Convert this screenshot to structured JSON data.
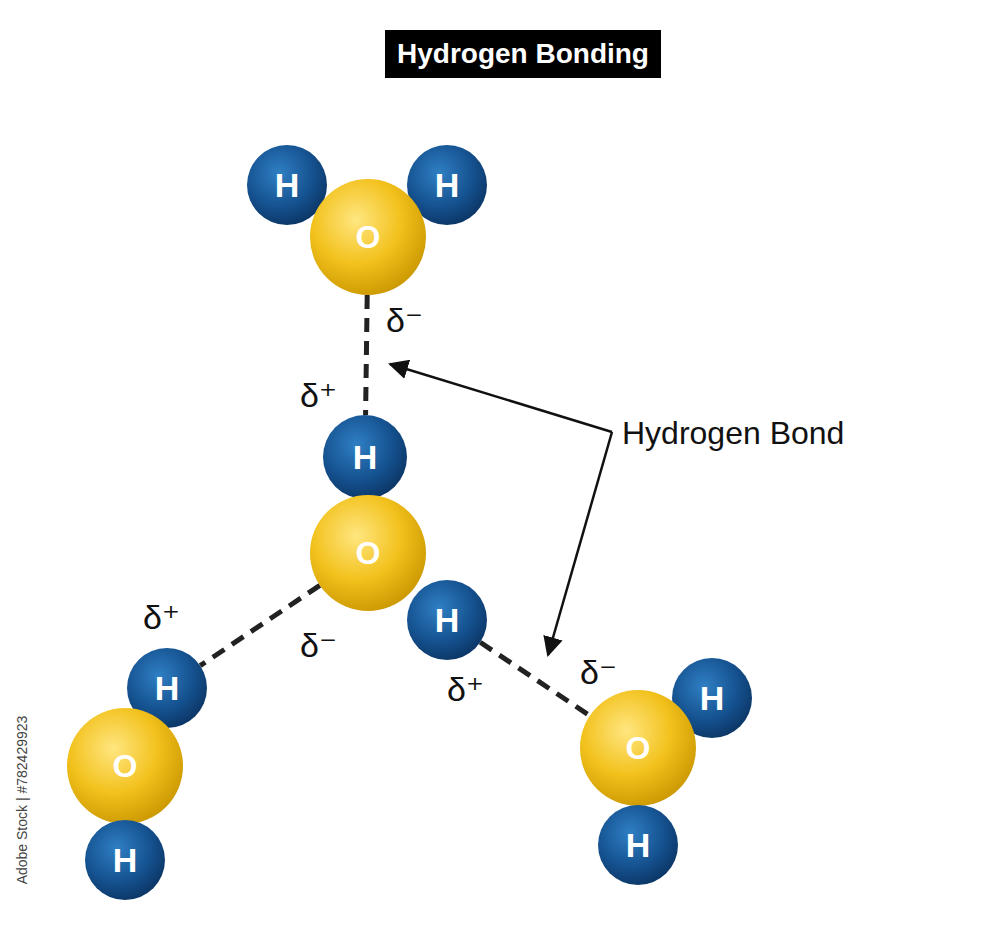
{
  "diagram": {
    "title": "Hydrogen Bonding",
    "nodes": [
      {
        "text": [
          "H"
        ]
      },
      {
        "text": [
          "H"
        ]
      },
      {
        "text": [
          "O"
        ]
      },
      {
        "text": [
          "H"
        ]
      },
      {
        "text": [
          "O"
        ]
      },
      {
        "text": [
          "H"
        ]
      },
      {
        "text": [
          "H"
        ]
      },
      {
        "text": [
          "O"
        ]
      },
      {
        "text": [
          "H"
        ]
      },
      {
        "text": [
          "H"
        ]
      },
      {
        "text": [
          "O"
        ]
      },
      {
        "text": [
          "H"
        ]
      }
    ],
    "edges": [
      {
        "from": 2,
        "to": 3,
        "arrow": "none"
      },
      {
        "from": 4,
        "to": 6,
        "arrow": "none"
      },
      {
        "from": 5,
        "to": 10,
        "arrow": "none"
      }
    ],
    "labels": [
      "δ⁻",
      "δ⁺",
      "δ⁺",
      "δ⁻",
      "δ⁺",
      "δ⁻",
      "Hydrogen Bond",
      "Adobe Stock | #782429923"
    ]
  }
}
